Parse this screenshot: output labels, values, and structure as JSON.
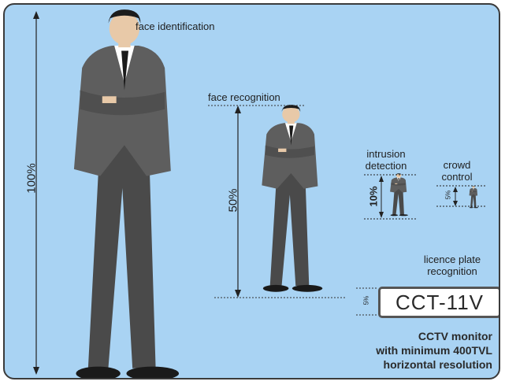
{
  "labels": {
    "face_identification": "face identification",
    "face_recognition": "face recognition",
    "intrusion_detection": [
      "intrusion",
      "detection"
    ],
    "crowd_control": [
      "crowd",
      "control"
    ],
    "licence_plate_recognition": [
      "licence plate",
      "recognition"
    ]
  },
  "scale": {
    "full": "100%",
    "half": "50%",
    "tenth": "10%",
    "crowd": "5%",
    "plate": "5%"
  },
  "plate_text": "CCT-11V",
  "caption": [
    "CCTV monitor",
    "with minimum 400TVL",
    "horizontal resolution"
  ],
  "colors": {
    "background": "#a9d3f3",
    "suit": "#5a5a5a",
    "suit_dark": "#3f3f3f",
    "skin": "#e8c9a8",
    "hair": "#1c1c1c"
  }
}
